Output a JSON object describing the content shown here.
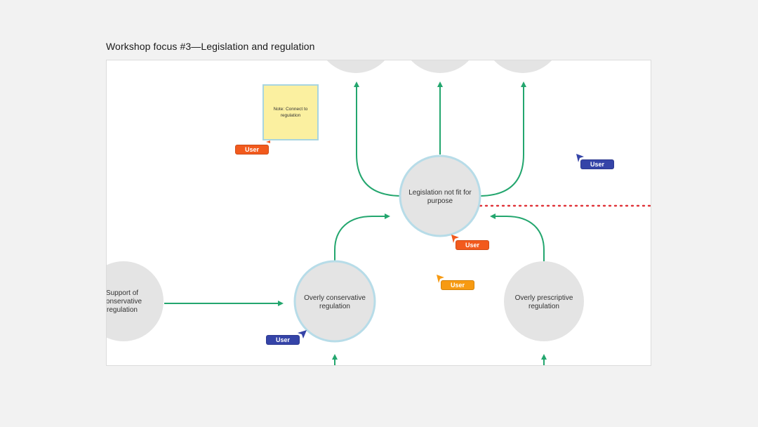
{
  "page": {
    "title": "Workshop focus #3—Legislation and regulation"
  },
  "nodes": {
    "center": "Legislation not fit for purpose",
    "support": "Support of conservative regulation",
    "conservative": "Overly conservative regulation",
    "prescriptive": "Overly prescriptive regulation"
  },
  "sticky_note": {
    "text": "Note: Connect to regulation"
  },
  "cursors": [
    {
      "label": "User",
      "color": "#f25a1d"
    },
    {
      "label": "User",
      "color": "#3544a8"
    },
    {
      "label": "User",
      "color": "#f25a1d"
    },
    {
      "label": "User",
      "color": "#f79a12"
    },
    {
      "label": "User",
      "color": "#3544a8"
    }
  ],
  "colors": {
    "arrow": "#23a66e",
    "node_fill": "#e4e4e4",
    "node_highlight": "#b7dce8",
    "dotted_line": "#e0343a",
    "sticky": "#fbf0a0"
  }
}
